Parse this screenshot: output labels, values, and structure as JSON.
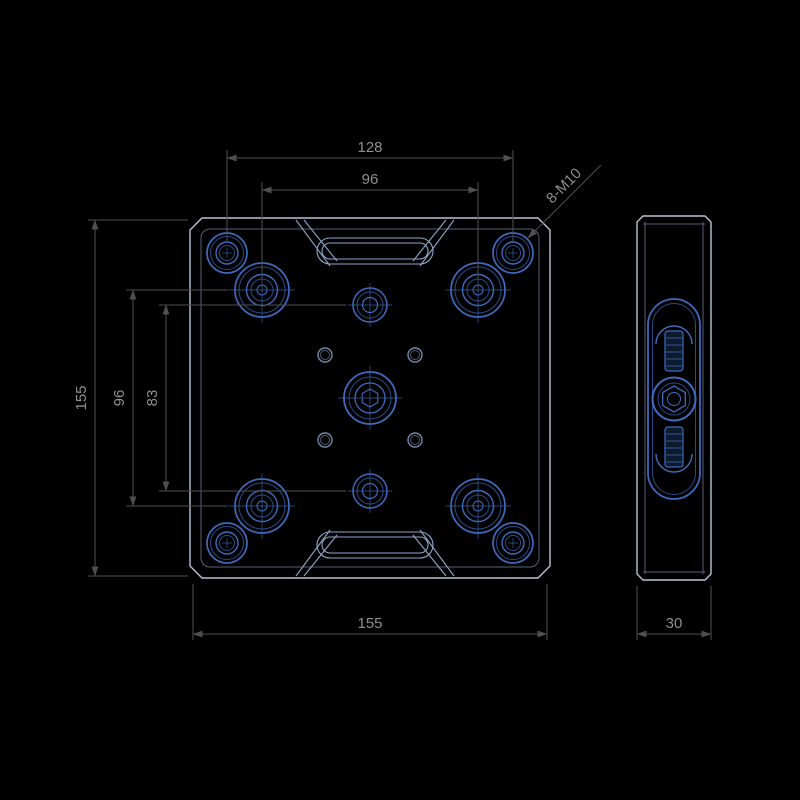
{
  "drawing": {
    "front_view": {
      "dim_top_outer": "128",
      "dim_top_inner": "96",
      "dim_left_outer": "155",
      "dim_left_mid": "96",
      "dim_left_inner": "83",
      "dim_bottom": "155",
      "leader_label": "8-M10"
    },
    "side_view": {
      "dim_width": "30"
    },
    "colors": {
      "bg": "#000000",
      "outline": "#b9c3d6",
      "outline_faint": "#566074",
      "hole_blue": "#3e6bbd",
      "hole_dim": "#2a4b86",
      "small_hole": "#7588a6",
      "dim": "#4f4f4f",
      "dim_text": "#8f8f8f",
      "pin_fill": "#0e1a2e"
    }
  }
}
